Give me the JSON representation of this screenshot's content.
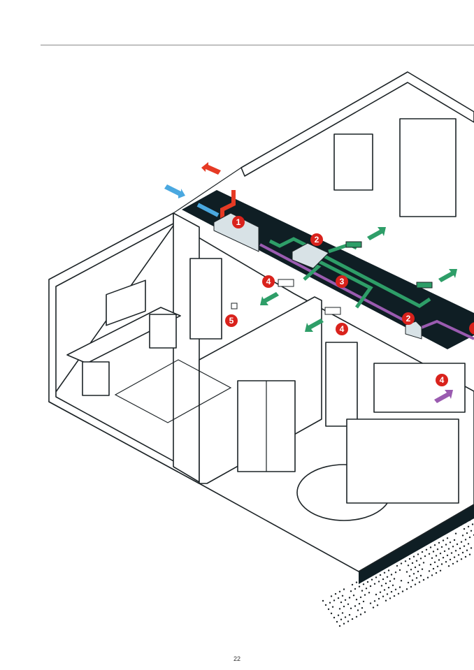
{
  "page": {
    "number": "22"
  },
  "illustration": {
    "markers": [
      "1",
      "2",
      "3",
      "4",
      "5",
      "4",
      "2",
      "4"
    ],
    "colors": {
      "exhaust_air": "#e63a24",
      "fresh_air": "#4aa8e0",
      "supply_air": "#2e9e68",
      "extract_duct": "#9a5bb0",
      "marker": "#d9221c",
      "duct_cavity": "#0f1e24"
    }
  }
}
